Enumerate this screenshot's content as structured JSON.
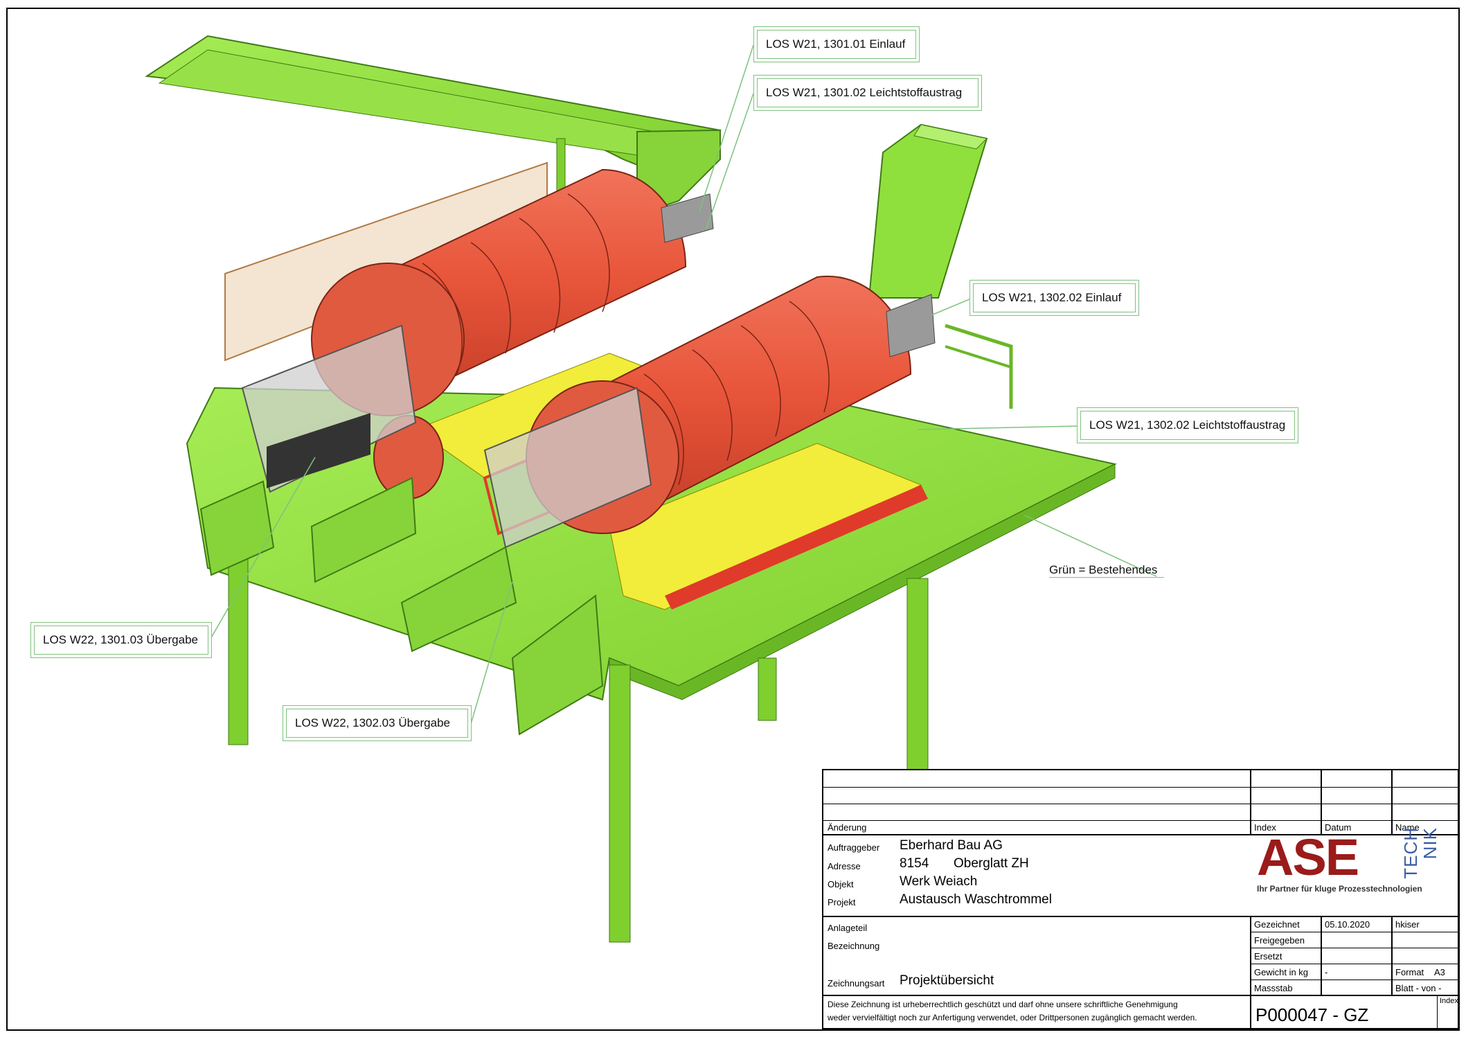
{
  "callouts": {
    "c1": "LOS W21, 1301.01  Einlauf",
    "c2": "LOS W21, 1301.02  Leichtstoffaustrag",
    "c3": "LOS W21, 1302.02  Einlauf",
    "c4": "LOS W21, 1302.02  Leichtstoffaustrag",
    "c5": "LOS W22, 1301.03  Übergabe",
    "c6": "LOS W22, 1302.03  Übergabe",
    "legend": "Grün = Bestehendes"
  },
  "colors": {
    "existing_green": "#8fe03c",
    "drum_red": "#e8553a",
    "steel_gray": "#b9b9b9",
    "yellow": "#f2ec3a",
    "callout_border": "#7dc27d",
    "logo_red": "#9b1b1b"
  },
  "titleblock": {
    "headers": {
      "aenderung": "Änderung",
      "index": "Index",
      "datum": "Datum",
      "name": "Name"
    },
    "labels": {
      "auftraggeber": "Auftraggeber",
      "adresse": "Adresse",
      "objekt": "Objekt",
      "projekt": "Projekt",
      "anlageteil": "Anlageteil",
      "bezeichnung": "Bezeichnung",
      "zeichnungsart": "Zeichnungsart"
    },
    "values": {
      "auftraggeber": "Eberhard Bau AG",
      "plz": "8154",
      "ort": "Oberglatt ZH",
      "objekt": "Werk Weiach",
      "projekt": "Austausch Waschtrommel",
      "zeichnungsart": "Projektübersicht"
    },
    "meta": {
      "gezeichnet": "Gezeichnet",
      "gezeichnet_date": "05.10.2020",
      "gezeichnet_name": "hkiser",
      "freigegeben": "Freigegeben",
      "ersetzt": "Ersetzt",
      "gewicht": "Gewicht in kg",
      "gewicht_val": "-",
      "format": "Format",
      "format_val": "A3",
      "massstab": "Massstab",
      "blatt": "Blatt  -    von -",
      "index": "Index"
    },
    "copyright_1": "Diese Zeichnung ist urheberrechtlich geschützt und darf ohne unsere schriftliche Genehmigung",
    "copyright_2": "weder vervielfältigt noch zur Anfertigung verwendet, oder Drittpersonen zugänglich gemacht werden.",
    "drawing_no": "P000047  - GZ",
    "logo": {
      "mark": "ASE",
      "tech_1": "TECH",
      "tech_2": "NIK",
      "tagline": "Ihr Partner für kluge Prozesstechnologien"
    }
  }
}
